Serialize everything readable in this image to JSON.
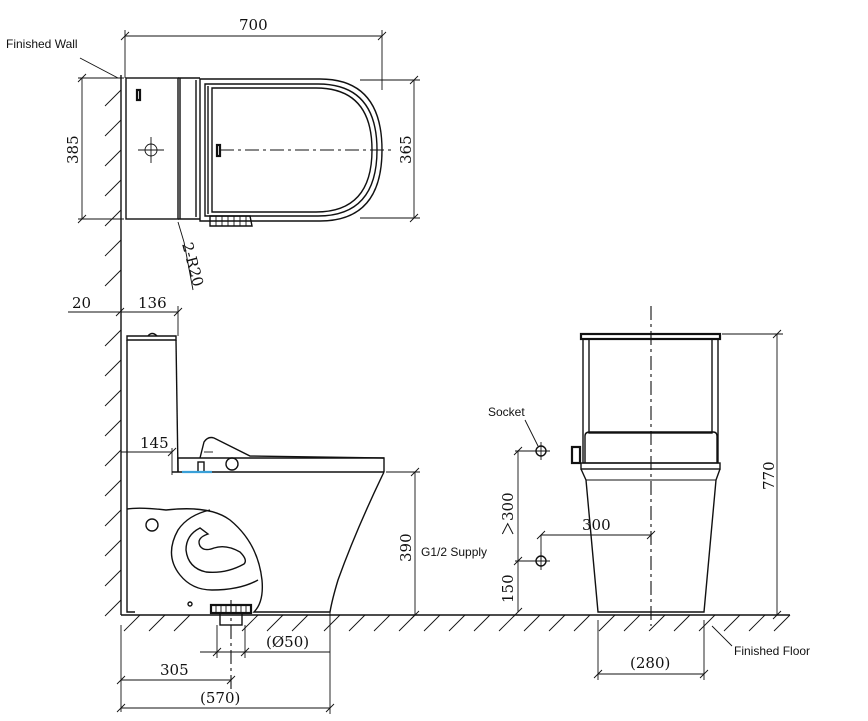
{
  "labels": {
    "finished_wall": "Finished Wall",
    "finished_floor": "Finished Floor",
    "socket": "Socket",
    "supply": "G1/2 Supply"
  },
  "dimensions": {
    "top_width": "700",
    "top_depth_385": "385",
    "top_depth_365": "365",
    "corner_radius": "2-R20",
    "wall_gap": "20",
    "tank_width": "136",
    "tank_offset": "145",
    "seat_height": "390",
    "outlet_diameter": "(Ø50)",
    "roughin": "305",
    "overall_length": "(570)",
    "socket_height": "＞300",
    "supply_height": "150",
    "supply_offset": "300",
    "base_width": "(280)",
    "total_height": "770"
  }
}
